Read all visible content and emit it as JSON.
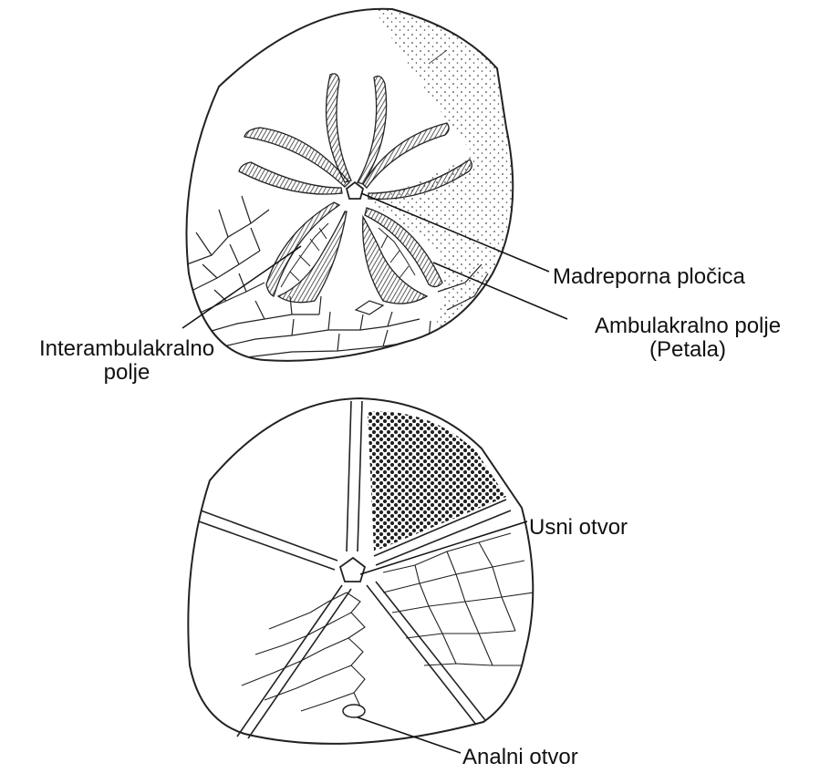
{
  "labels": {
    "madreporna": "Madreporna pločica",
    "ambulakralno_1": "Ambulakralno polje",
    "ambulakralno_2": "(Petala)",
    "interambulakralno_1": "Interambulakralno",
    "interambulakralno_2": "polje",
    "usni": "Usni otvor",
    "analni": "Analni otvor"
  },
  "colors": {
    "ink": "#111111",
    "line": "#222222",
    "hatch": "#333333",
    "background": "#ffffff"
  },
  "views": [
    "aboral-view",
    "oral-view"
  ]
}
